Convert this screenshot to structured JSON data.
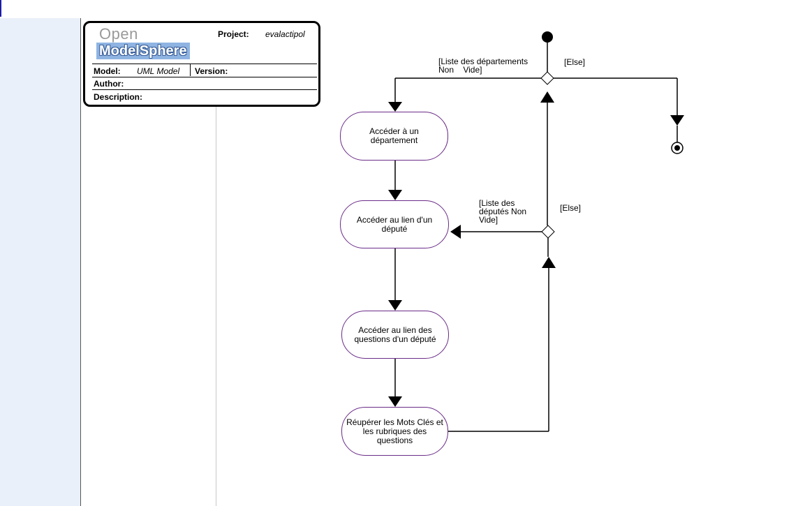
{
  "titleblock": {
    "logo_open": "Open",
    "logo_modelsphere": "ModelSphere",
    "project_label": "Project:",
    "project_value": "evalactipol",
    "model_label": "Model:",
    "model_value": "UML Model",
    "version_label": "Version:",
    "author_label": "Author:",
    "description_label": "Description:"
  },
  "activities": [
    {
      "label": "Accéder à un département"
    },
    {
      "label": "Accéder au lien d'un député"
    },
    {
      "label": "Accéder au lien des questions d'un député"
    },
    {
      "label": "Réupérer les Mots Clés et les rubriques des questions"
    }
  ],
  "guards": {
    "dep_non_vide": "[Liste des départements\nNon    Vide]",
    "else_top": "[Else]",
    "dep_list_non_vide": "[Liste des\ndéputés Non\nVide]",
    "else_mid": "[Else]"
  },
  "colors": {
    "activity_border": "#6a2c88",
    "panel_bg": "#eaf0f9",
    "logo_bg": "#8fb4e2"
  }
}
